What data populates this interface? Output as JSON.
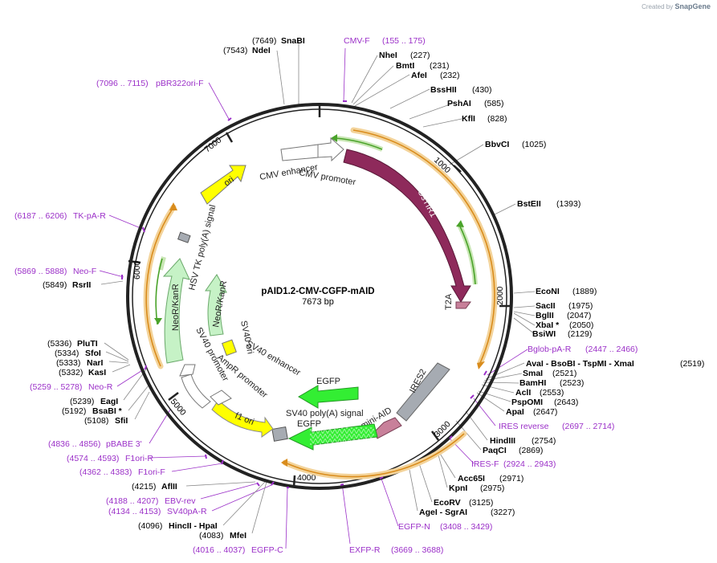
{
  "credit": {
    "prefix": "Created by",
    "brand": "SnapGene"
  },
  "plasmid": {
    "name": "pAID1.2-CMV-CGFP-mAID",
    "length": "7673 bp"
  },
  "ticks": [
    "1000",
    "2000",
    "3000",
    "4000",
    "5000",
    "6000",
    "7000"
  ],
  "features": {
    "cmv_enhancer": "CMV enhancer",
    "cmv_promoter": "CMV promoter",
    "ostir1": "OsTIR1",
    "t2a": "T2A",
    "ires2": "IRES2",
    "egfp1": "EGFP",
    "mini_aid": "mini-AID",
    "egfp2": "EGFP",
    "sv40_polya": "SV40 poly(A) signal",
    "f1_ori": "f1 ori",
    "ampr_promoter": "AmpR promoter",
    "sv40_promoter": "SV40 promoter",
    "neokanr_outer": "NeoR/KanR",
    "neokanr_inner": "NeoR/KanR",
    "sv40_ori": "SV40 ori",
    "sv40_enhancer": "SV40 enhancer",
    "hsv_tk_polya": "HSV TK poly(A) signal",
    "ori": "ori"
  },
  "labels": {
    "snabi_pos": "(7649)",
    "snabi": "SnaBI",
    "ndei_pos": "(7543)",
    "ndei": "NdeI",
    "cmvf": "CMV-F",
    "cmvf_range": "(155 .. 175)",
    "nhei": "NheI",
    "nhei_pos": "(227)",
    "bmti": "BmtI",
    "bmti_pos": "(231)",
    "afei": "AfeI",
    "afei_pos": "(232)",
    "bsshii": "BssHII",
    "bsshii_pos": "(430)",
    "pshai": "PshAI",
    "pshai_pos": "(585)",
    "kfli": "KflI",
    "kfli_pos": "(828)",
    "bbvci": "BbvCI",
    "bbvci_pos": "(1025)",
    "bsteii": "BstEII",
    "bsteii_pos": "(1393)",
    "econi": "EcoNI",
    "econi_pos": "(1889)",
    "sacii": "SacII",
    "sacii_pos": "(1975)",
    "bglii": "BglII",
    "bglii_pos": "(2047)",
    "xbai": "XbaI *",
    "xbai_pos": "(2050)",
    "bsiwi": "BsiWI",
    "bsiwi_pos": "(2129)",
    "bglobpar": "Bglob-pA-R",
    "bglobpar_range": "(2447 .. 2466)",
    "avai_line": "AvaI  - BsoBI  - TspMI  - XmaI",
    "avai_pos": "(2519)",
    "smai": "SmaI",
    "smai_pos": "(2521)",
    "bamhi": "BamHI",
    "bamhi_pos": "(2523)",
    "acli": "AclI",
    "acli_pos": "(2553)",
    "pspomi": "PspOMI",
    "pspomi_pos": "(2643)",
    "apai": "ApaI",
    "apai_pos": "(2647)",
    "iresrev": "IRES reverse",
    "iresrev_range": "(2697 .. 2714)",
    "hindiii": "HindIII",
    "hindiii_pos": "(2754)",
    "paqci": "PaqCI",
    "paqci_pos": "(2869)",
    "iresf": "IRES-F",
    "iresf_range": "(2924 .. 2943)",
    "acc65i": "Acc65I",
    "acc65i_pos": "(2971)",
    "kpni": "KpnI",
    "kpni_pos": "(2975)",
    "ecorv": "EcoRV",
    "ecorv_pos": "(3125)",
    "agei_line": "AgeI  - SgrAI",
    "agei_pos": "(3227)",
    "egfpn": "EGFP-N",
    "egfpn_range": "(3408 .. 3429)",
    "exfpr": "EXFP-R",
    "exfpr_range": "(3669 .. 3688)",
    "pbr_range": "(7096 .. 7115)",
    "pbr": "pBR322ori-F",
    "tkpar_range": "(6187 .. 6206)",
    "tkpar": "TK-pA-R",
    "neof_range": "(5869 .. 5888)",
    "neof": "Neo-F",
    "rsrii_pos": "(5849)",
    "rsrii": "RsrII",
    "pluti_pos": "(5336)",
    "pluti": "PluTI",
    "sfoi_pos": "(5334)",
    "sfoi": "SfoI",
    "nari_pos": "(5333)",
    "nari": "NarI",
    "kasi_pos": "(5332)",
    "kasi": "KasI",
    "neor_range": "(5259 .. 5278)",
    "neor": "Neo-R",
    "eagi_pos": "(5239)",
    "eagi": "EagI",
    "bsabi_pos": "(5192)",
    "bsabi": "BsaBI *",
    "sfii_pos": "(5108)",
    "sfii": "SfiI",
    "pbabe_range": "(4836 .. 4856)",
    "pbabe": "pBABE 3'",
    "f1orir_range": "(4574 .. 4593)",
    "f1orir": "F1ori-R",
    "f1orif_range": "(4362 .. 4383)",
    "f1orif": "F1ori-F",
    "aflii_pos": "(4215)",
    "aflii": "AflII",
    "ebvrev_range": "(4188 .. 4207)",
    "ebvrev": "EBV-rev",
    "sv40par_range": "(4134 .. 4153)",
    "sv40par": "SV40pA-R",
    "hincii_pos": "(4096)",
    "hincii_line": "HincII  - HpaI",
    "mfei_pos": "(4083)",
    "mfei": "MfeI",
    "egfpc_range": "(4016 .. 4037)",
    "egfpc": "EGFP-C"
  },
  "colors": {
    "backbone": "#222222",
    "ostir1": "#8e2a5b",
    "egfp": "#33ee33",
    "mini_aid": "#c8809a",
    "ires": "#a6abb2",
    "f1_ori": "#ffff00",
    "neokanr": "#c6f2c6",
    "primer": "#9b30c8",
    "orange_arc": "#e3a23a",
    "green_arc": "#4aa32a"
  }
}
